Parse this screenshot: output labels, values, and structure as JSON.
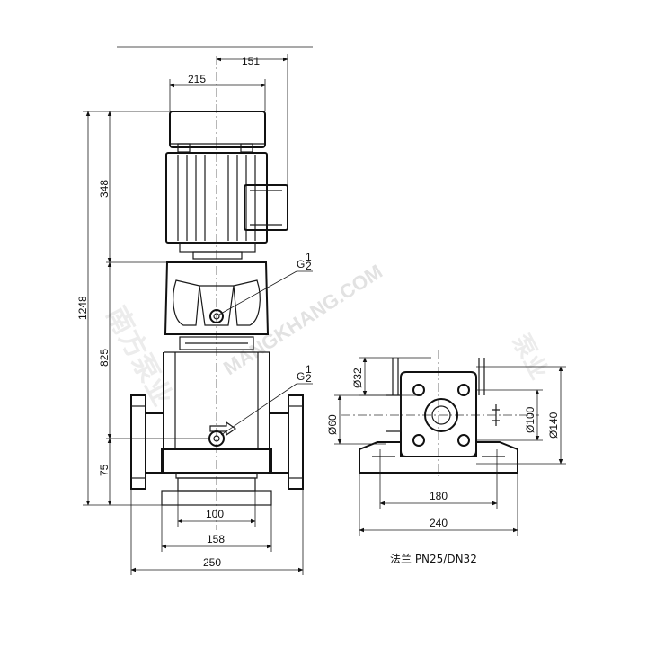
{
  "dimensions": {
    "top_half_width": "151",
    "motor_width": "215",
    "motor_height": "348",
    "total_height": "1248",
    "pump_height": "825",
    "base_height": "75",
    "foot_inner": "100",
    "foot_center": "158",
    "foot_outer": "250",
    "flange_d32": "Ø32",
    "flange_d60": "Ø60",
    "flange_d100": "Ø100",
    "flange_d140": "Ø140",
    "side_inner": "180",
    "side_outer": "240"
  },
  "ports": {
    "outlet": {
      "g": "G",
      "num": "1",
      "den": "2"
    },
    "inlet": {
      "g": "G",
      "num": "1",
      "den": "2"
    }
  },
  "caption": "法兰 PN25/DN32",
  "watermarks": {
    "url": "MANGKHANG.COM",
    "left_brand": "南方泵业",
    "right_brand": "泵业"
  }
}
